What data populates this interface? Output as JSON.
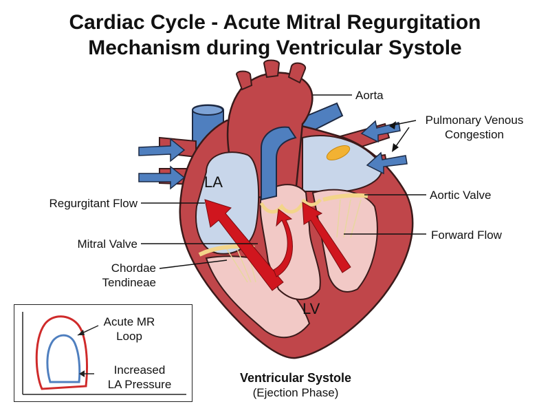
{
  "title": {
    "line1": "Cardiac Cycle - Acute Mitral Regurgitation",
    "line2": "Mechanism during Ventricular Systole"
  },
  "labels": {
    "aorta": "Aorta",
    "pulmonary_line1": "Pulmonary Venous",
    "pulmonary_line2": "Congestion",
    "aortic_valve": "Aortic Valve",
    "forward_flow": "Forward Flow",
    "regurgitant_flow": "Regurgitant Flow",
    "mitral_valve": "Mitral Valve",
    "chordae_line1": "Chordae",
    "chordae_line2": "Tendineae",
    "la": "LA",
    "lv": "LV"
  },
  "inset": {
    "acute_mr_line1": "Acute MR",
    "acute_mr_line2": "Loop",
    "increased_line1": "Increased",
    "increased_line2": "LA Pressure"
  },
  "caption": {
    "title": "Ventricular Systole",
    "subtitle": "(Ejection Phase)"
  },
  "colors": {
    "heart_red": "#c0464a",
    "vessel_blue": "#4f7fbf",
    "chamber_light_blue": "#c8d6ea",
    "ventricle_pink": "#f2c9c6",
    "arrow_red": "#d0161e",
    "valve_yellow": "#f3d58a"
  }
}
